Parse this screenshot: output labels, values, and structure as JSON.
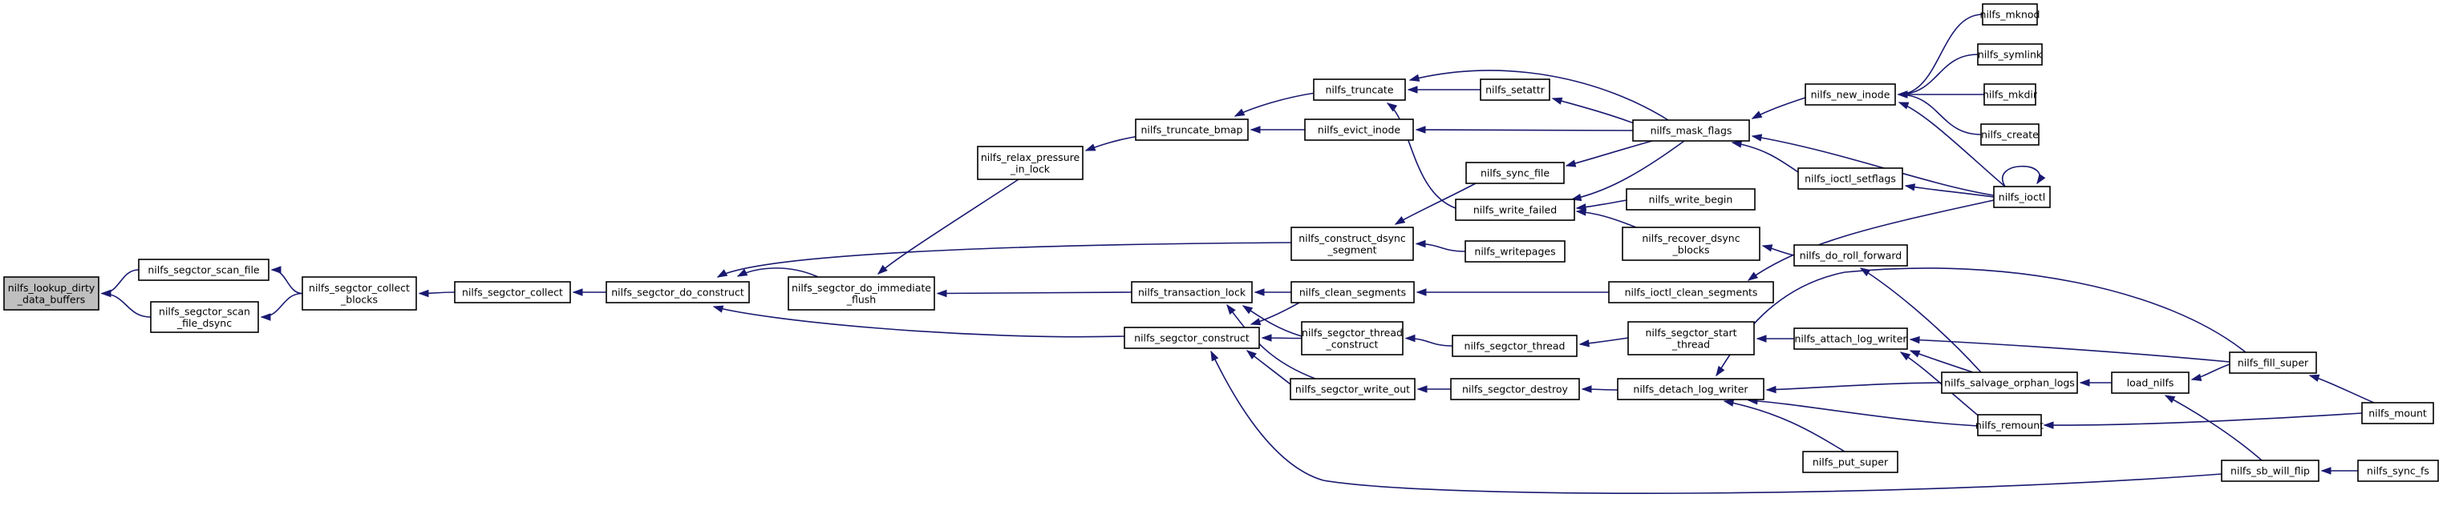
{
  "graph": {
    "nodes": [
      {
        "id": "lookup",
        "lines": [
          "nilfs_lookup_dirty",
          "_data_buffers"
        ],
        "highlight": true
      },
      {
        "id": "scan_file",
        "lines": [
          "nilfs_segctor_scan_file"
        ]
      },
      {
        "id": "scan_file_dsync",
        "lines": [
          "nilfs_segctor_scan",
          "_file_dsync"
        ]
      },
      {
        "id": "collect_blocks",
        "lines": [
          "nilfs_segctor_collect",
          "_blocks"
        ]
      },
      {
        "id": "collect",
        "lines": [
          "nilfs_segctor_collect"
        ]
      },
      {
        "id": "do_construct",
        "lines": [
          "nilfs_segctor_do_construct"
        ]
      },
      {
        "id": "relax_pressure",
        "lines": [
          "nilfs_relax_pressure",
          "_in_lock"
        ]
      },
      {
        "id": "do_immediate_flush",
        "lines": [
          "nilfs_segctor_do_immediate",
          "_flush"
        ]
      },
      {
        "id": "truncate_bmap",
        "lines": [
          "nilfs_truncate_bmap"
        ]
      },
      {
        "id": "transaction_lock",
        "lines": [
          "nilfs_transaction_lock"
        ]
      },
      {
        "id": "segctor_construct",
        "lines": [
          "nilfs_segctor_construct"
        ]
      },
      {
        "id": "truncate",
        "lines": [
          "nilfs_truncate"
        ]
      },
      {
        "id": "evict_inode",
        "lines": [
          "nilfs_evict_inode"
        ]
      },
      {
        "id": "sync_file",
        "lines": [
          "nilfs_sync_file"
        ]
      },
      {
        "id": "construct_dsync",
        "lines": [
          "nilfs_construct_dsync",
          "_segment"
        ]
      },
      {
        "id": "clean_segments",
        "lines": [
          "nilfs_clean_segments"
        ]
      },
      {
        "id": "thread_construct",
        "lines": [
          "nilfs_segctor_thread",
          "_construct"
        ]
      },
      {
        "id": "write_out",
        "lines": [
          "nilfs_segctor_write_out"
        ]
      },
      {
        "id": "setattr",
        "lines": [
          "nilfs_setattr"
        ]
      },
      {
        "id": "write_failed",
        "lines": [
          "nilfs_write_failed"
        ]
      },
      {
        "id": "writepages",
        "lines": [
          "nilfs_writepages"
        ]
      },
      {
        "id": "segctor_thread",
        "lines": [
          "nilfs_segctor_thread"
        ]
      },
      {
        "id": "segctor_destroy",
        "lines": [
          "nilfs_segctor_destroy"
        ]
      },
      {
        "id": "mask_flags",
        "lines": [
          "nilfs_mask_flags"
        ]
      },
      {
        "id": "write_begin",
        "lines": [
          "nilfs_write_begin"
        ]
      },
      {
        "id": "recover_dsync",
        "lines": [
          "nilfs_recover_dsync",
          "_blocks"
        ]
      },
      {
        "id": "ioctl_clean_segments",
        "lines": [
          "nilfs_ioctl_clean_segments"
        ]
      },
      {
        "id": "segctor_start_thread",
        "lines": [
          "nilfs_segctor_start",
          "_thread"
        ]
      },
      {
        "id": "detach_log_writer",
        "lines": [
          "nilfs_detach_log_writer"
        ]
      },
      {
        "id": "put_super",
        "lines": [
          "nilfs_put_super"
        ]
      },
      {
        "id": "new_inode",
        "lines": [
          "nilfs_new_inode"
        ]
      },
      {
        "id": "ioctl_setflags",
        "lines": [
          "nilfs_ioctl_setflags"
        ]
      },
      {
        "id": "do_roll_forward",
        "lines": [
          "nilfs_do_roll_forward"
        ]
      },
      {
        "id": "attach_log_writer",
        "lines": [
          "nilfs_attach_log_writer"
        ]
      },
      {
        "id": "salvage_orphan_logs",
        "lines": [
          "nilfs_salvage_orphan_logs"
        ]
      },
      {
        "id": "remount",
        "lines": [
          "nilfs_remount"
        ]
      },
      {
        "id": "sb_will_flip",
        "lines": [
          "nilfs_sb_will_flip"
        ]
      },
      {
        "id": "mknod",
        "lines": [
          "nilfs_mknod"
        ]
      },
      {
        "id": "symlink",
        "lines": [
          "nilfs_symlink"
        ]
      },
      {
        "id": "mkdir",
        "lines": [
          "nilfs_mkdir"
        ]
      },
      {
        "id": "create",
        "lines": [
          "nilfs_create"
        ]
      },
      {
        "id": "ioctl",
        "lines": [
          "nilfs_ioctl"
        ]
      },
      {
        "id": "load_nilfs",
        "lines": [
          "load_nilfs"
        ]
      },
      {
        "id": "fill_super",
        "lines": [
          "nilfs_fill_super"
        ]
      },
      {
        "id": "mount",
        "lines": [
          "nilfs_mount"
        ]
      },
      {
        "id": "sync_fs",
        "lines": [
          "nilfs_sync_fs"
        ]
      }
    ],
    "edges": [
      [
        "scan_file",
        "lookup"
      ],
      [
        "scan_file_dsync",
        "lookup"
      ],
      [
        "collect_blocks",
        "scan_file"
      ],
      [
        "collect_blocks",
        "scan_file_dsync"
      ],
      [
        "collect",
        "collect_blocks"
      ],
      [
        "do_construct",
        "collect"
      ],
      [
        "do_immediate_flush",
        "do_construct"
      ],
      [
        "construct_dsync",
        "do_construct"
      ],
      [
        "segctor_construct",
        "do_construct"
      ],
      [
        "relax_pressure",
        "do_immediate_flush"
      ],
      [
        "transaction_lock",
        "do_immediate_flush"
      ],
      [
        "truncate_bmap",
        "relax_pressure"
      ],
      [
        "truncate",
        "truncate_bmap"
      ],
      [
        "evict_inode",
        "truncate_bmap"
      ],
      [
        "setattr",
        "truncate"
      ],
      [
        "mask_flags",
        "truncate"
      ],
      [
        "write_failed",
        "truncate"
      ],
      [
        "mask_flags",
        "evict_inode"
      ],
      [
        "mask_flags",
        "setattr"
      ],
      [
        "sync_file",
        "construct_dsync"
      ],
      [
        "writepages",
        "construct_dsync"
      ],
      [
        "mask_flags",
        "sync_file"
      ],
      [
        "clean_segments",
        "transaction_lock"
      ],
      [
        "thread_construct",
        "transaction_lock"
      ],
      [
        "write_out",
        "transaction_lock"
      ],
      [
        "clean_segments",
        "segctor_construct"
      ],
      [
        "thread_construct",
        "segctor_construct"
      ],
      [
        "write_out",
        "segctor_construct"
      ],
      [
        "sb_will_flip",
        "segctor_construct"
      ],
      [
        "ioctl_clean_segments",
        "clean_segments"
      ],
      [
        "segctor_thread",
        "thread_construct"
      ],
      [
        "segctor_destroy",
        "write_out"
      ],
      [
        "segctor_start_thread",
        "segctor_thread"
      ],
      [
        "detach_log_writer",
        "segctor_destroy"
      ],
      [
        "mask_flags",
        "write_failed"
      ],
      [
        "write_begin",
        "write_failed"
      ],
      [
        "recover_dsync",
        "write_failed"
      ],
      [
        "new_inode",
        "mask_flags"
      ],
      [
        "ioctl_setflags",
        "mask_flags"
      ],
      [
        "ioctl",
        "mask_flags"
      ],
      [
        "ioctl",
        "ioctl_clean_segments"
      ],
      [
        "do_roll_forward",
        "recover_dsync"
      ],
      [
        "attach_log_writer",
        "segctor_start_thread"
      ],
      [
        "put_super",
        "detach_log_writer"
      ],
      [
        "salvage_orphan_logs",
        "detach_log_writer"
      ],
      [
        "remount",
        "detach_log_writer"
      ],
      [
        "fill_super",
        "detach_log_writer"
      ],
      [
        "mknod",
        "new_inode"
      ],
      [
        "symlink",
        "new_inode"
      ],
      [
        "mkdir",
        "new_inode"
      ],
      [
        "create",
        "new_inode"
      ],
      [
        "ioctl",
        "new_inode"
      ],
      [
        "ioctl",
        "ioctl_setflags"
      ],
      [
        "ioctl",
        "ioctl"
      ],
      [
        "salvage_orphan_logs",
        "do_roll_forward"
      ],
      [
        "salvage_orphan_logs",
        "attach_log_writer"
      ],
      [
        "remount",
        "attach_log_writer"
      ],
      [
        "fill_super",
        "attach_log_writer"
      ],
      [
        "load_nilfs",
        "salvage_orphan_logs"
      ],
      [
        "mount",
        "remount"
      ],
      [
        "fill_super",
        "load_nilfs"
      ],
      [
        "sb_will_flip",
        "load_nilfs"
      ],
      [
        "mount",
        "fill_super"
      ],
      [
        "sync_fs",
        "sb_will_flip"
      ]
    ]
  }
}
